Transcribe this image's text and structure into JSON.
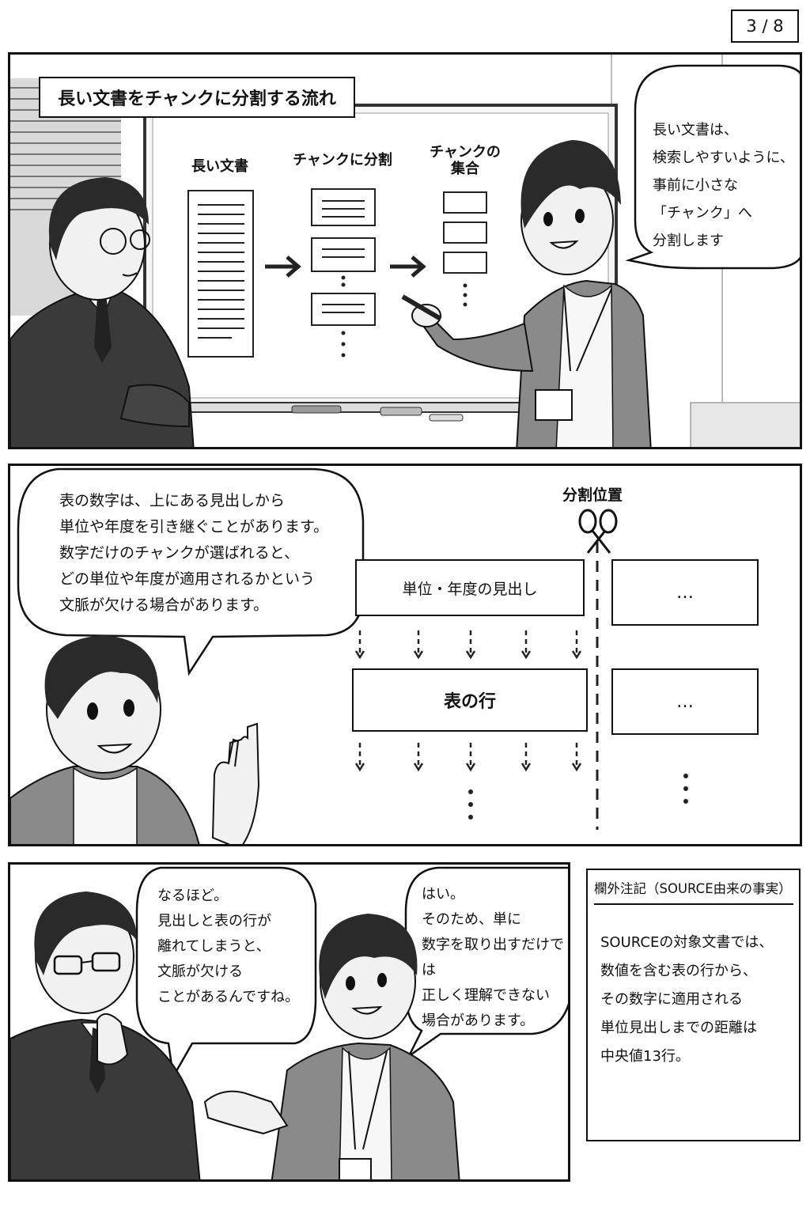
{
  "page": {
    "number": "3 / 8"
  },
  "panel1": {
    "title": "長い文書をチャンクに分割する流れ",
    "whiteboard": {
      "col1_label": "長い文書",
      "col2_label": "チャンクに分割",
      "col3_label": "チャンクの\n集合"
    },
    "bubble": "長い文書は、\n検索しやすいように、\n事前に小さな\n「チャンク」へ\n分割します"
  },
  "panel2": {
    "bubble": "表の数字は、上にある見出しから\n単位や年度を引き継ぐことがあります。\n数字だけのチャンクが選ばれると、\nどの単位や年度が適用されるかという\n文脈が欠ける場合があります。",
    "cut_label": "分割位置",
    "heading_box": "単位・年度の見出し",
    "row_box": "表の行",
    "ellipsis_box_1": "…",
    "ellipsis_box_2": "…"
  },
  "panel3": {
    "bubble_left": "なるほど。\n見出しと表の行が\n離れてしまうと、\n文脈が欠ける\nことがあるんですね。",
    "bubble_right": "はい。\nそのため、単に\n数字を取り出すだけでは\n正しく理解できない\n場合があります。"
  },
  "note": {
    "title": "欄外注記（SOURCE由来の事実）",
    "body": "SOURCEの対象文書では、\n数値を含む表の行から、\nその数字に適用される\n単位見出しまでの距離は\n中央値13行。"
  }
}
